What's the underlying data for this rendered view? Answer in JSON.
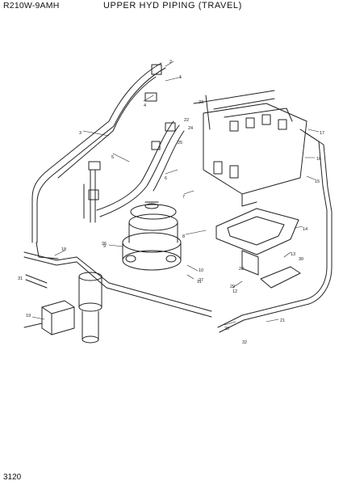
{
  "header": {
    "model": "R210W-9AMH",
    "title": "UPPER HYD PIPING (TRAVEL)"
  },
  "footer": {
    "page_number": "3120"
  },
  "callouts": [
    "1",
    "2",
    "3",
    "4",
    "5",
    "6",
    "7",
    "8",
    "9",
    "10",
    "11",
    "12",
    "13",
    "14",
    "15",
    "16",
    "17",
    "18",
    "19",
    "20",
    "21",
    "22",
    "23",
    "24",
    "25",
    "26",
    "27",
    "28",
    "29",
    "30",
    "31",
    "32"
  ]
}
